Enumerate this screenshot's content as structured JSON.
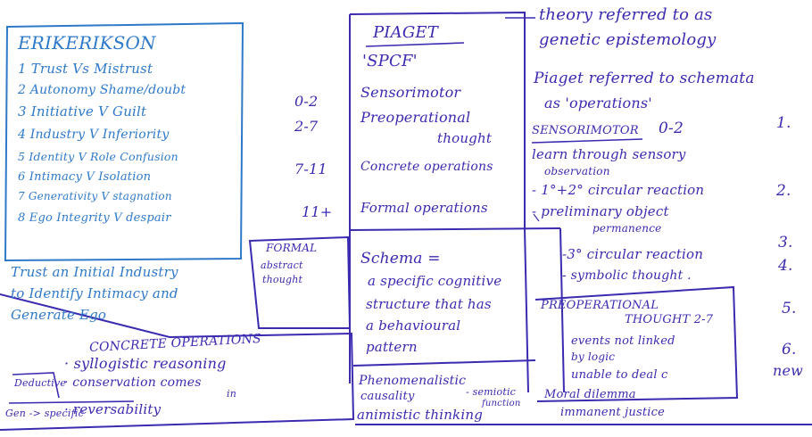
{
  "colors": {
    "blue_ink": "#2f79c9",
    "purple_ink": "#3a2bb0",
    "paper": "#ffffff"
  },
  "erikson": {
    "title": "ERIKERIKSON",
    "stages": [
      "1 Trust Vs Mistrust",
      "2 Autonomy Shame/doubt",
      "3 Initiative V Guilt",
      "4 Industry V Inferiority",
      "5 Identity V Role Confusion",
      "6 Intimacy V Isolation",
      "7 Generativity V stagnation",
      "8 Ego Integrity V despair"
    ],
    "summary": [
      "Trust an Initial Industry",
      "to Identify Intimacy and",
      "Generate Ego"
    ]
  },
  "piaget": {
    "title": "PIAGET",
    "acronym": "'SPCF'",
    "ages": [
      "0-2",
      "2-7",
      "7-11",
      "11+"
    ],
    "stages": [
      "Sensorimotor",
      "Preoperational",
      "thought",
      "Concrete operations",
      "Formal operations"
    ],
    "notes": [
      "theory referred to as",
      "genetic epistemology",
      "Piaget referred to schemata",
      "as 'operations'"
    ]
  },
  "sensorimotor": {
    "heading": "SENSORIMOTOR",
    "range": "0-2",
    "items": [
      "learn through sensory",
      "observation",
      "- 1°+2° circular reaction",
      "- preliminary object",
      "permanence",
      "-3° circular reaction",
      "- symbolic thought ."
    ]
  },
  "numbers_right": [
    "1.",
    "2.",
    "3.",
    "4.",
    "5.",
    "6."
  ],
  "numbers_right_tail": "new",
  "formal": {
    "heading": "FORMAL",
    "lines": [
      "abstract",
      "thought"
    ]
  },
  "schema": {
    "lines": [
      "Schema =",
      "a specific cognitive",
      "structure that has",
      "a behavioural",
      "pattern"
    ]
  },
  "preoperational": {
    "heading_1": "PREOPERATIONAL",
    "heading_2": "THOUGHT 2-7",
    "items": [
      "events not linked",
      "by logic",
      "unable to deal c",
      "Moral dilemma",
      "immanent justice"
    ]
  },
  "concrete": {
    "heading": "CONCRETE OPERATIONS",
    "items": [
      "· syllogistic reasoning",
      "· conservation comes",
      "in",
      "· reversability"
    ],
    "side_1": "Deductive",
    "side_2": "Gen -> specific"
  },
  "bottom": {
    "lines": [
      "Phenomenalistic",
      "causality",
      "- semiotic",
      "function",
      "animistic thinking"
    ]
  }
}
